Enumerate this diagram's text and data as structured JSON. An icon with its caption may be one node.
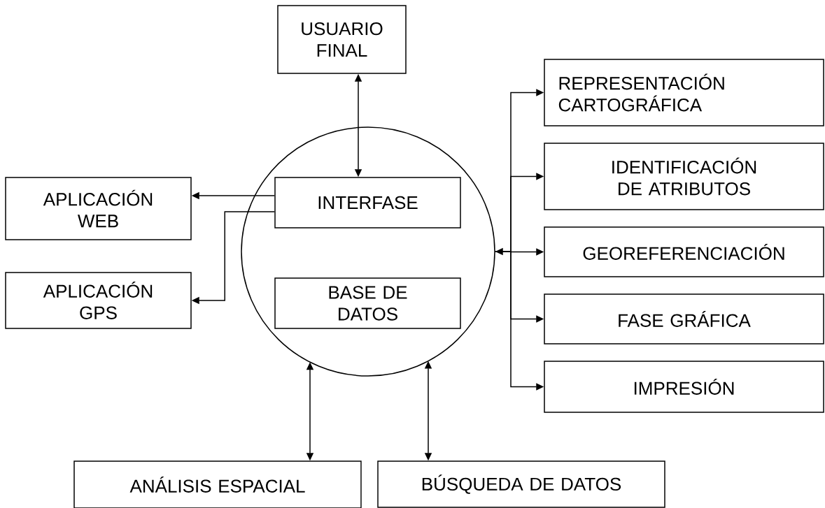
{
  "diagram": {
    "nodes": [
      {
        "text": [
          "USUARIO FINAL"
        ]
      },
      {
        "text": [],
        "shape": "circle"
      },
      {
        "text": [
          "INTERFASE"
        ],
        "in": 1
      },
      {
        "text": [
          "BASE DE DATOS"
        ],
        "in": 1
      },
      {
        "text": [
          "APLICACIÓN WEB"
        ]
      },
      {
        "text": [
          "APLICACIÓN GPS"
        ]
      },
      {
        "text": [
          "REPRESENTACIÓN CARTOGRÁFICA"
        ]
      },
      {
        "text": [
          "IDENTIFICACIÓN DE ATRIBUTOS"
        ]
      },
      {
        "text": [
          "GEOREFERENCIACIÓN"
        ]
      },
      {
        "text": [
          "FASE GRÁFICA"
        ]
      },
      {
        "text": [
          "IMPRESIÓN"
        ]
      },
      {
        "text": [
          "ANÁLISIS ESPACIAL"
        ]
      },
      {
        "text": [
          "BÚSQUEDA DE DATOS"
        ]
      }
    ],
    "edges": [
      {
        "from": 0,
        "to": 2,
        "arrow": "both"
      },
      {
        "from": 2,
        "to": 4,
        "arrow": "to"
      },
      {
        "from": 2,
        "to": 5,
        "arrow": "to"
      },
      {
        "from": 1,
        "to": 6,
        "arrow": "to"
      },
      {
        "from": 1,
        "to": 7,
        "arrow": "to"
      },
      {
        "from": 1,
        "to": 8,
        "arrow": "both"
      },
      {
        "from": 1,
        "to": 9,
        "arrow": "to"
      },
      {
        "from": 1,
        "to": 10,
        "arrow": "to"
      },
      {
        "from": 11,
        "to": 1,
        "arrow": "both"
      },
      {
        "from": 12,
        "to": 1,
        "arrow": "both"
      }
    ]
  }
}
